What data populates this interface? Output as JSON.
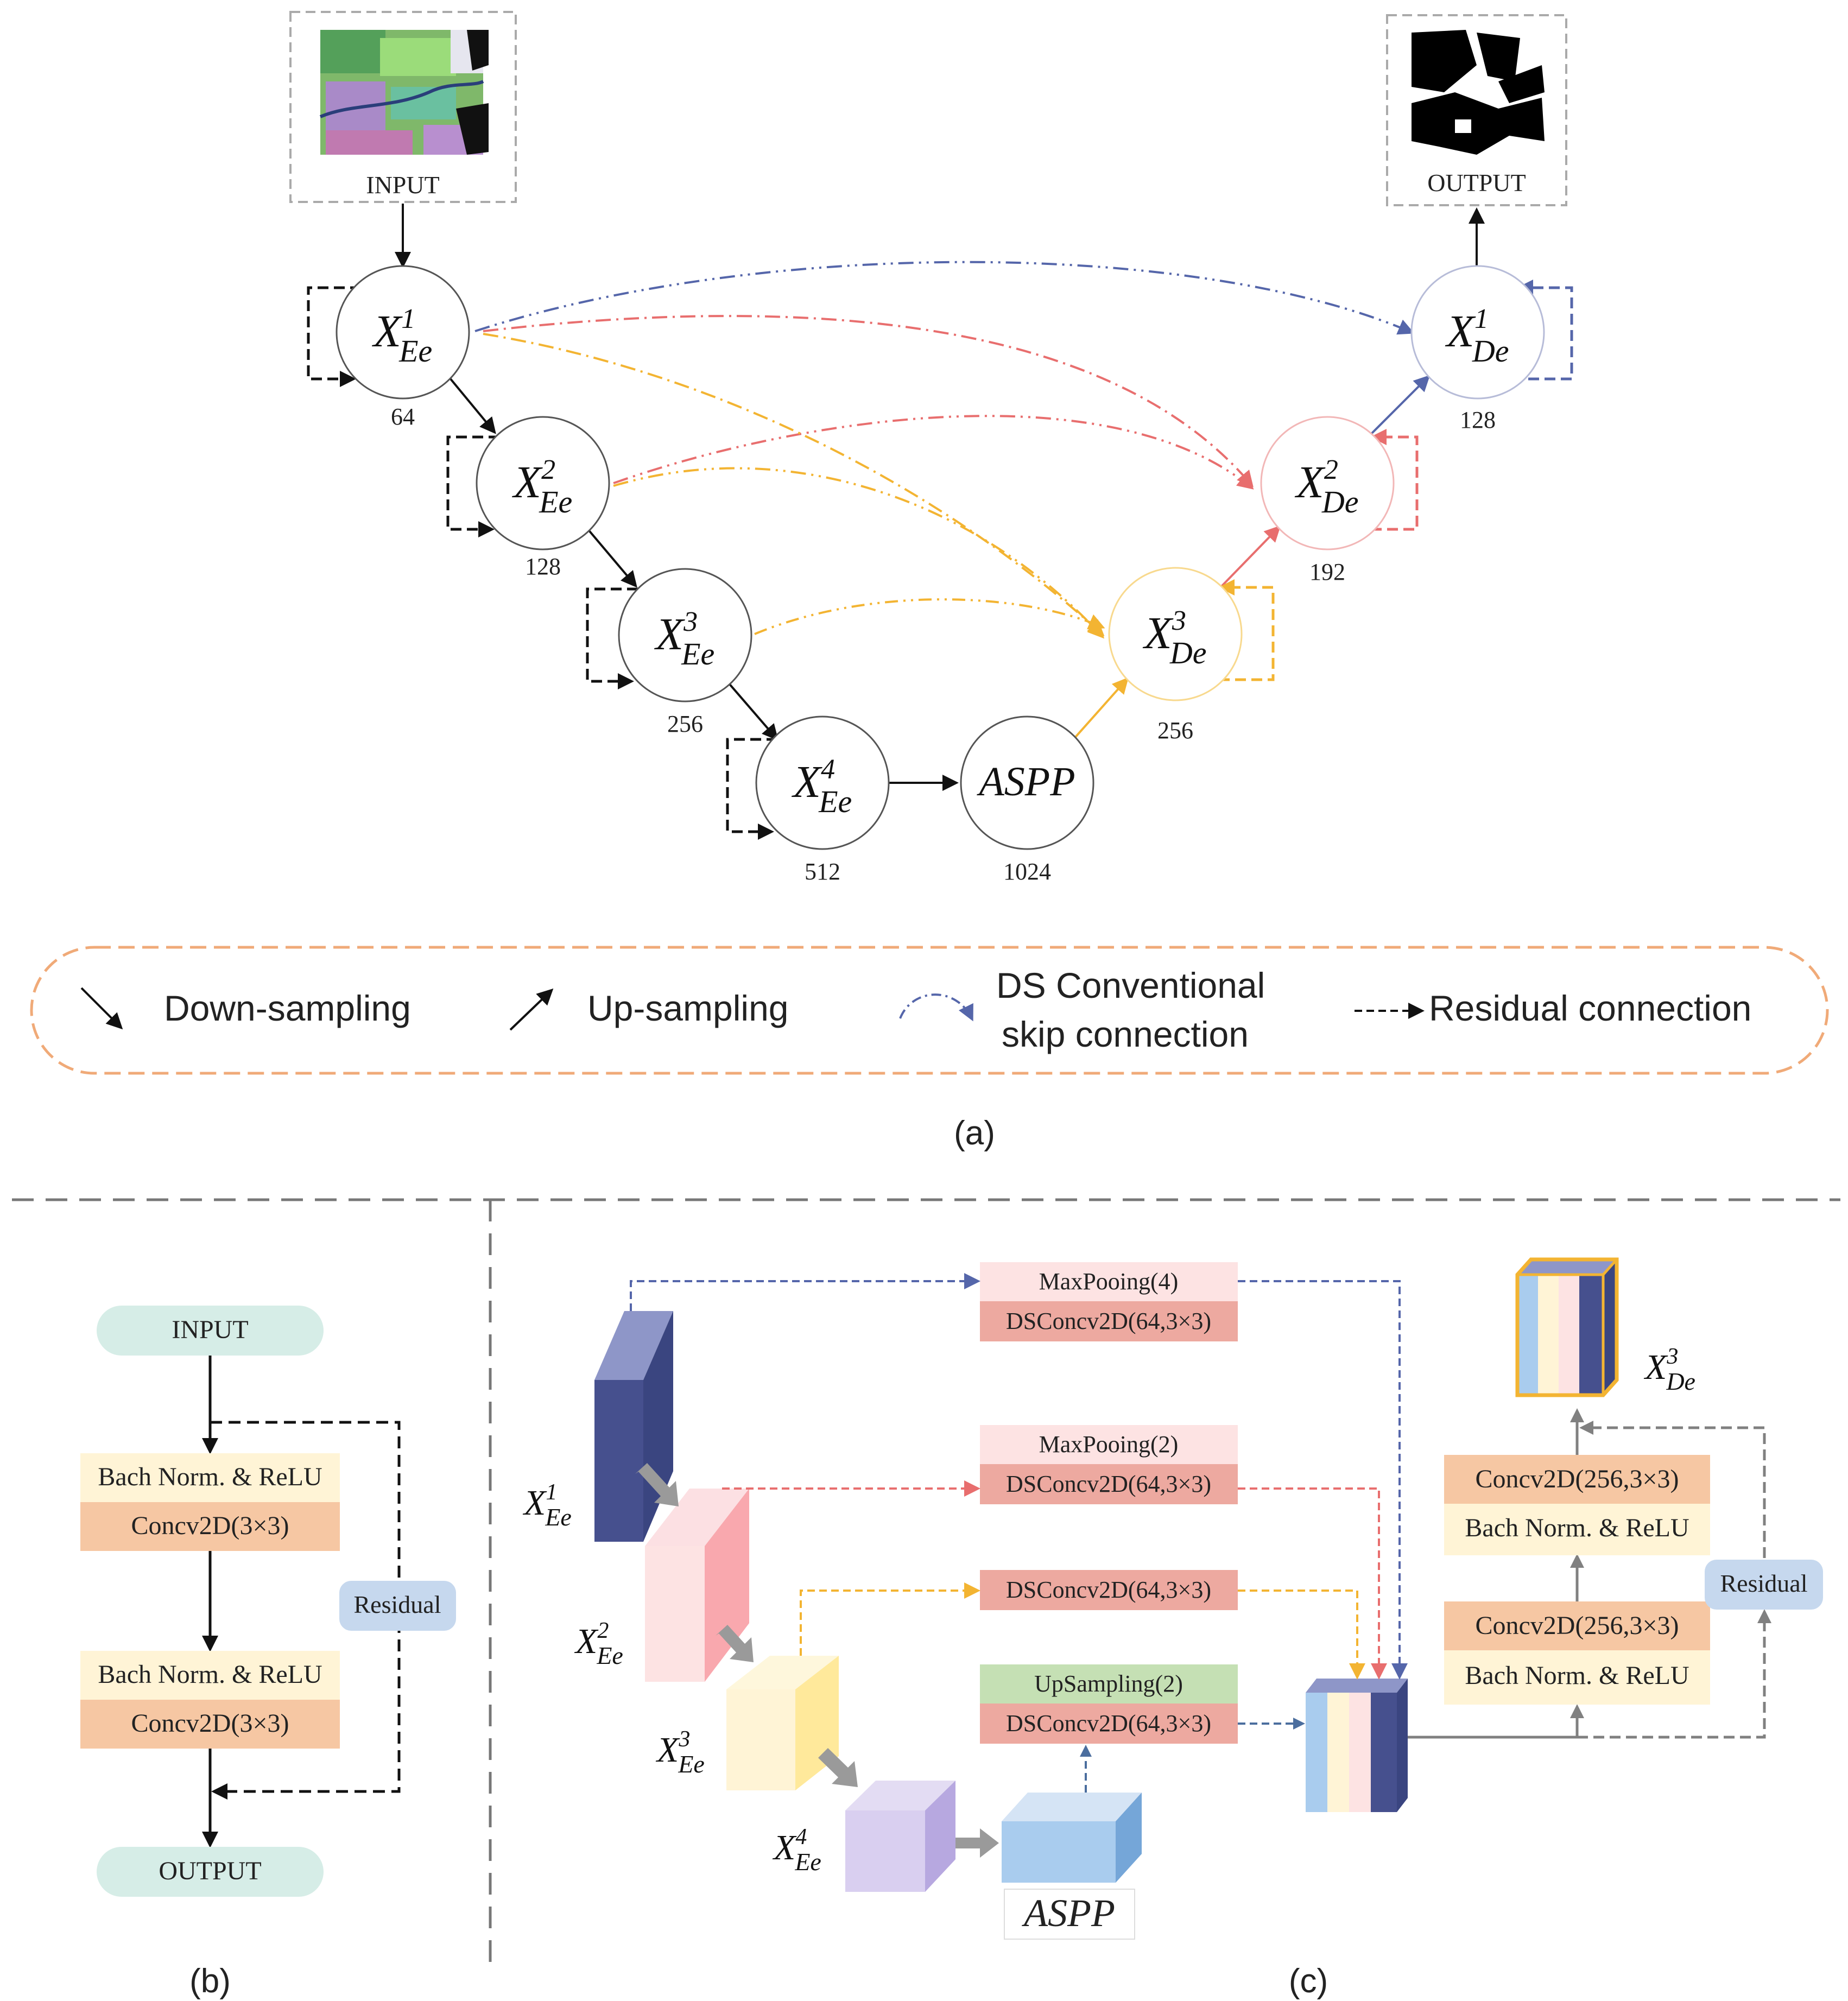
{
  "panel_a": {
    "input_label": "INPUT",
    "output_label": "OUTPUT",
    "nodes": {
      "ee1": {
        "base": "X",
        "sup": "1",
        "sub": "Ee",
        "channels": "64"
      },
      "ee2": {
        "base": "X",
        "sup": "2",
        "sub": "Ee",
        "channels": "128"
      },
      "ee3": {
        "base": "X",
        "sup": "3",
        "sub": "Ee",
        "channels": "256"
      },
      "ee4": {
        "base": "X",
        "sup": "4",
        "sub": "Ee",
        "channels": "512"
      },
      "aspp": {
        "label": "ASPP",
        "channels": "1024"
      },
      "de3": {
        "base": "X",
        "sup": "3",
        "sub": "De",
        "channels": "256"
      },
      "de2": {
        "base": "X",
        "sup": "2",
        "sub": "De",
        "channels": "192"
      },
      "de1": {
        "base": "X",
        "sup": "1",
        "sub": "De",
        "channels": "128"
      }
    },
    "legend": {
      "down": "Down-sampling",
      "up": "Up-sampling",
      "ds_line1": "DS Conventional",
      "ds_line2": "skip connection",
      "residual": "Residual connection"
    },
    "caption": "(a)"
  },
  "panel_b": {
    "input": "INPUT",
    "output": "OUTPUT",
    "bn1": "Bach Norm. & ReLU",
    "conv1": "Concv2D(3×3)",
    "bn2": "Bach Norm. & ReLU",
    "conv2": "Concv2D(3×3)",
    "residual": "Residual",
    "caption": "(b)"
  },
  "panel_c": {
    "maxpool4": "MaxPooing(4)",
    "ds1": "DSConcv2D(64,3×3)",
    "maxpool2": "MaxPooing(2)",
    "ds2": "DSConcv2D(64,3×3)",
    "ds3": "DSConcv2D(64,3×3)",
    "upsampling": "UpSampling(2)",
    "ds4": "DSConcv2D(64,3×3)",
    "conv_top": "Concv2D(256,3×3)",
    "bn_top": "Bach Norm. & ReLU",
    "conv_bot": "Concv2D(256,3×3)",
    "bn_bot": "Bach Norm. & ReLU",
    "residual": "Residual",
    "aspp": "ASPP",
    "labels": {
      "ee1": {
        "base": "X",
        "sup": "1",
        "sub": "Ee"
      },
      "ee2": {
        "base": "X",
        "sup": "2",
        "sub": "Ee"
      },
      "ee3": {
        "base": "X",
        "sup": "3",
        "sub": "Ee"
      },
      "ee4": {
        "base": "X",
        "sup": "4",
        "sub": "Ee"
      },
      "de3": {
        "base": "X",
        "sup": "3",
        "sub": "De"
      }
    },
    "caption": "(c)"
  },
  "colors": {
    "blue": "#5566AA",
    "red": "#E86E6E",
    "orange": "#F3B432",
    "legend_border": "#F0AA78",
    "mint": "#D6EDE7",
    "cream": "#FFF4D6",
    "peach": "#F6C7A3",
    "lightblue": "#C6D8EE",
    "pinklight": "#FDE3E3",
    "pinkdark": "#EDA9A0",
    "green": "#C5E0B4",
    "navy": "#46508E"
  }
}
